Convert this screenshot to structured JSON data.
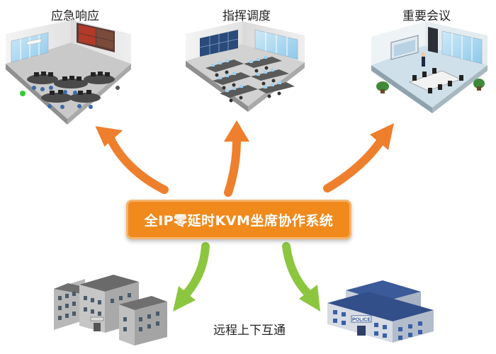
{
  "scenes": {
    "emergency": "应急响应",
    "dispatch": "指挥调度",
    "meeting": "重要会议"
  },
  "center_title": "全IP零延时KVM坐席协作系统",
  "bottom_label": "远程上下互通",
  "police_sign": "POLICE",
  "colors": {
    "orange_arrow": "#ee7f2d",
    "green_arrow": "#8cc63f",
    "center_box": "#f08a1c"
  }
}
